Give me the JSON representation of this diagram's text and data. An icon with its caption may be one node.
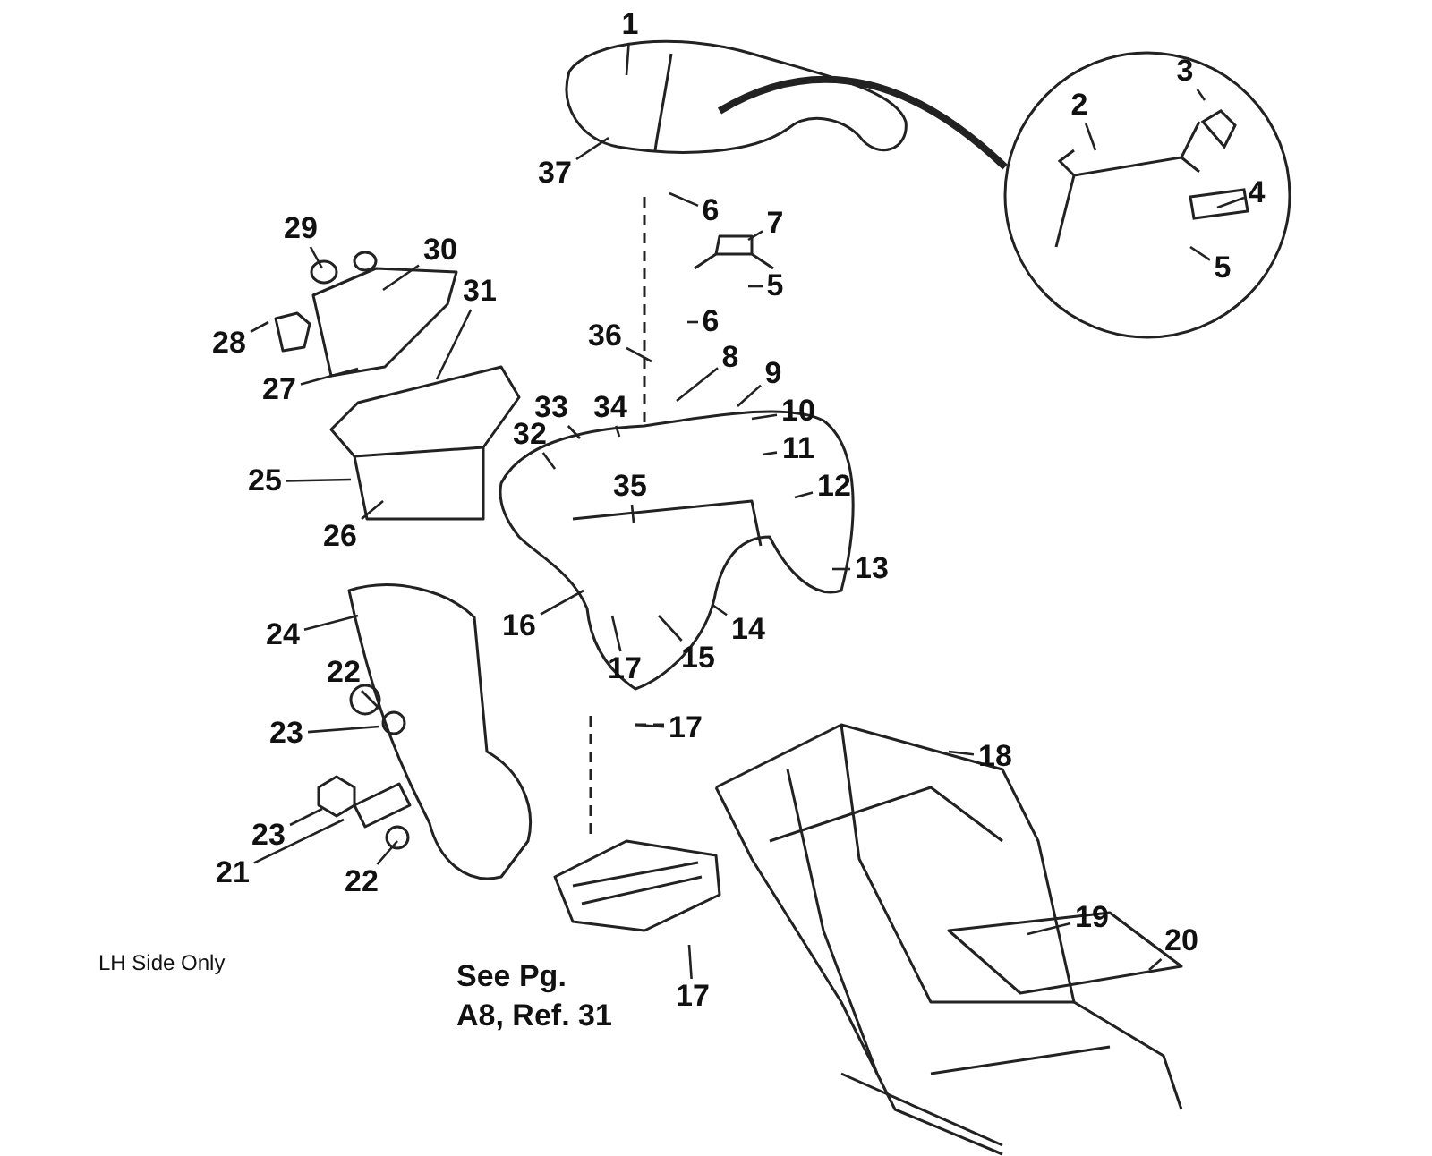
{
  "diagram": {
    "nodes": [
      {
        "text": [
          "1"
        ]
      },
      {
        "text": [],
        "shape": "circle"
      },
      {
        "text": [
          "2"
        ],
        "in": 1
      },
      {
        "text": [
          "3"
        ],
        "in": 1
      },
      {
        "text": [
          "4"
        ],
        "in": 1
      },
      {
        "text": [
          "5"
        ],
        "in": 1
      },
      {
        "text": [
          "37"
        ]
      },
      {
        "text": [
          "6"
        ]
      },
      {
        "text": [
          "7"
        ]
      },
      {
        "text": [
          "29"
        ]
      },
      {
        "text": [
          "30"
        ]
      },
      {
        "text": [
          "5"
        ]
      },
      {
        "text": [
          "6"
        ]
      },
      {
        "text": [
          "36"
        ]
      },
      {
        "text": [
          "8"
        ]
      },
      {
        "text": [
          "9"
        ]
      },
      {
        "text": [
          "31"
        ]
      },
      {
        "text": [
          "28"
        ]
      },
      {
        "text": [
          "10"
        ]
      },
      {
        "text": [
          "11"
        ]
      },
      {
        "text": [
          "27"
        ]
      },
      {
        "text": [
          "33"
        ]
      },
      {
        "text": [
          "34"
        ]
      },
      {
        "text": [
          "32"
        ]
      },
      {
        "text": [
          "25"
        ]
      },
      {
        "text": [
          "35"
        ]
      },
      {
        "text": [
          "12"
        ]
      },
      {
        "text": [
          "26"
        ]
      },
      {
        "text": [
          "13"
        ]
      },
      {
        "text": [
          "16"
        ]
      },
      {
        "text": [
          "14"
        ]
      },
      {
        "text": [
          "24"
        ]
      },
      {
        "text": [
          "17"
        ]
      },
      {
        "text": [
          "15"
        ]
      },
      {
        "text": [
          "22"
        ]
      },
      {
        "text": [
          "23"
        ]
      },
      {
        "text": [
          "17"
        ]
      },
      {
        "text": [
          "18"
        ]
      },
      {
        "text": [
          "23"
        ]
      },
      {
        "text": [
          "21"
        ]
      },
      {
        "text": [
          "22"
        ]
      },
      {
        "text": [
          "19"
        ]
      },
      {
        "text": [
          "20"
        ]
      },
      {
        "text": [
          "17"
        ]
      }
    ],
    "edges": [
      {
        "from": 0,
        "to": null,
        "arrow": "none"
      },
      {
        "from": null,
        "to": 1,
        "arrow": "none",
        "style": "thick"
      },
      {
        "from": 2,
        "to": null,
        "arrow": "none"
      },
      {
        "from": 3,
        "to": null,
        "arrow": "none"
      },
      {
        "from": 4,
        "to": null,
        "arrow": "none"
      },
      {
        "from": 5,
        "to": null,
        "arrow": "none"
      },
      {
        "from": 6,
        "to": null,
        "arrow": "none"
      },
      {
        "from": 7,
        "to": null,
        "arrow": "none"
      },
      {
        "from": 8,
        "to": null,
        "arrow": "none"
      },
      {
        "from": 9,
        "to": null,
        "arrow": "none"
      },
      {
        "from": 10,
        "to": null,
        "arrow": "none"
      },
      {
        "from": 11,
        "to": null,
        "arrow": "none"
      },
      {
        "from": 12,
        "to": null,
        "arrow": "none"
      },
      {
        "from": 13,
        "to": null,
        "arrow": "none"
      },
      {
        "from": 14,
        "to": null,
        "arrow": "none"
      },
      {
        "from": 15,
        "to": null,
        "arrow": "none"
      },
      {
        "from": 16,
        "to": null,
        "arrow": "none"
      },
      {
        "from": 17,
        "to": null,
        "arrow": "none"
      },
      {
        "from": 18,
        "to": null,
        "arrow": "none"
      },
      {
        "from": 19,
        "to": null,
        "arrow": "none"
      },
      {
        "from": 20,
        "to": null,
        "arrow": "none"
      },
      {
        "from": 21,
        "to": null,
        "arrow": "none"
      },
      {
        "from": 22,
        "to": null,
        "arrow": "none"
      },
      {
        "from": 23,
        "to": null,
        "arrow": "none"
      },
      {
        "from": 24,
        "to": null,
        "arrow": "none"
      },
      {
        "from": 25,
        "to": null,
        "arrow": "none"
      },
      {
        "from": 26,
        "to": null,
        "arrow": "none"
      },
      {
        "from": 27,
        "to": null,
        "arrow": "none"
      },
      {
        "from": 28,
        "to": null,
        "arrow": "none"
      },
      {
        "from": 29,
        "to": null,
        "arrow": "none"
      },
      {
        "from": 30,
        "to": null,
        "arrow": "none"
      },
      {
        "from": 31,
        "to": null,
        "arrow": "none"
      },
      {
        "from": 32,
        "to": null,
        "arrow": "none"
      },
      {
        "from": 33,
        "to": null,
        "arrow": "none"
      },
      {
        "from": 34,
        "to": null,
        "arrow": "none"
      },
      {
        "from": 35,
        "to": null,
        "arrow": "none"
      },
      {
        "from": 36,
        "to": null,
        "arrow": "none"
      },
      {
        "from": 37,
        "to": null,
        "arrow": "none"
      },
      {
        "from": 38,
        "to": null,
        "arrow": "none"
      },
      {
        "from": 39,
        "to": null,
        "arrow": "none"
      },
      {
        "from": 40,
        "to": null,
        "arrow": "none"
      },
      {
        "from": 41,
        "to": null,
        "arrow": "none"
      },
      {
        "from": 42,
        "to": null,
        "arrow": "none"
      },
      {
        "from": 43,
        "to": null,
        "arrow": "none"
      }
    ],
    "labels": [
      "LH Side Only",
      "See Pg. A8, Ref. 31"
    ]
  }
}
